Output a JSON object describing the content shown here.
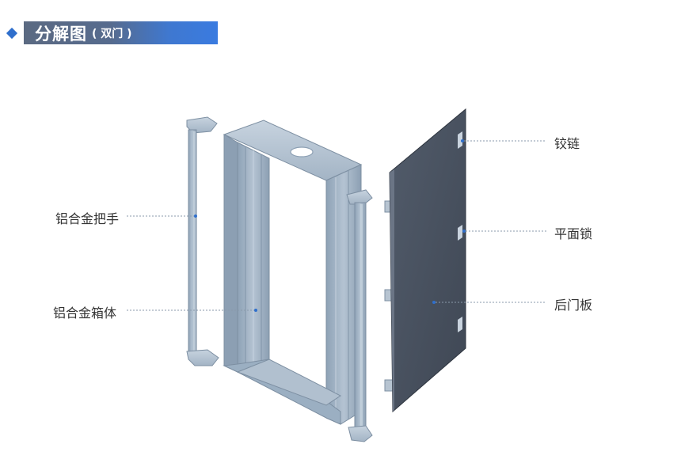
{
  "header": {
    "title": "分解图",
    "subtitle": "( 双门 )"
  },
  "labels": {
    "handle": "铝合金把手",
    "box": "铝合金箱体",
    "hinge": "铰链",
    "lock": "平面锁",
    "door": "后门板"
  },
  "colors": {
    "frame": "#9fb1c3",
    "frame_dark": "#7f93a8",
    "door": "#4a5463",
    "accent": "#2f6fcc",
    "leader": "#8a9aab"
  }
}
